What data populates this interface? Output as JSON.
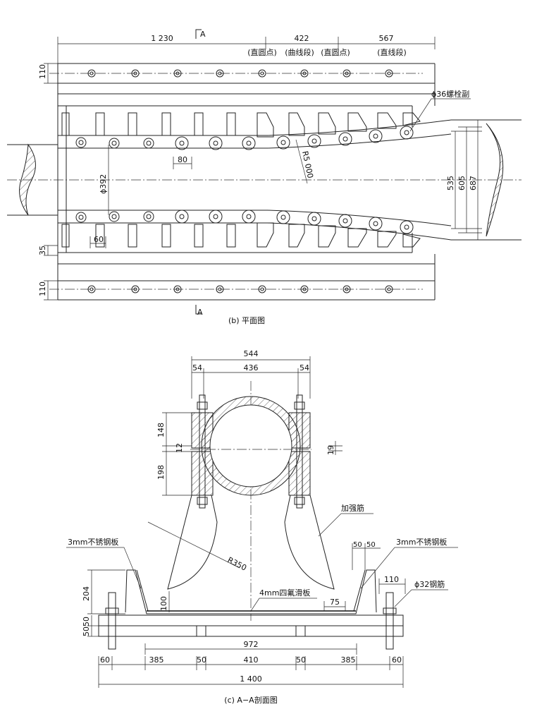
{
  "plan": {
    "section_mark": "A",
    "dims_top": {
      "d1": "1 230",
      "d2": "422",
      "d3": "567"
    },
    "zone_labels": {
      "z1": "(直圆点)",
      "z2": "(曲线段)",
      "z3": "(直圆点)",
      "z4": "(直线段)"
    },
    "bolt_note": "ϕ36螺栓副",
    "d_80": "80",
    "d_60": "60",
    "d_392": "ϕ392",
    "radius": "R5 000",
    "left_110_top": "110",
    "left_35": "35",
    "left_110_bot": "110",
    "right_535": "535",
    "right_605": "605",
    "right_687": "687",
    "caption": "(b) 平面图"
  },
  "section": {
    "top_544": "544",
    "top_54a": "54",
    "top_436": "436",
    "top_54b": "54",
    "left_148": "148",
    "left_12": "12",
    "left_198": "198",
    "right_19": "19",
    "rib_label": "加强筋",
    "steel_left": "3mm不锈钢板",
    "steel_right": "3mm不锈钢板",
    "d_50a": "50",
    "d_50b": "50",
    "radius": "R350",
    "ptfe": "4mm四氟滑板",
    "d_110": "110",
    "rebar": "ϕ32钢筋",
    "left_204": "204",
    "left_100": "100",
    "left_5050": "5050",
    "d_75": "75",
    "d_972": "972",
    "b_60a": "60",
    "b_385a": "385",
    "b_50a": "50",
    "b_410": "410",
    "b_50b": "50",
    "b_385b": "385",
    "b_60b": "60",
    "total": "1 400",
    "caption": "(c) A−A剖面图"
  }
}
